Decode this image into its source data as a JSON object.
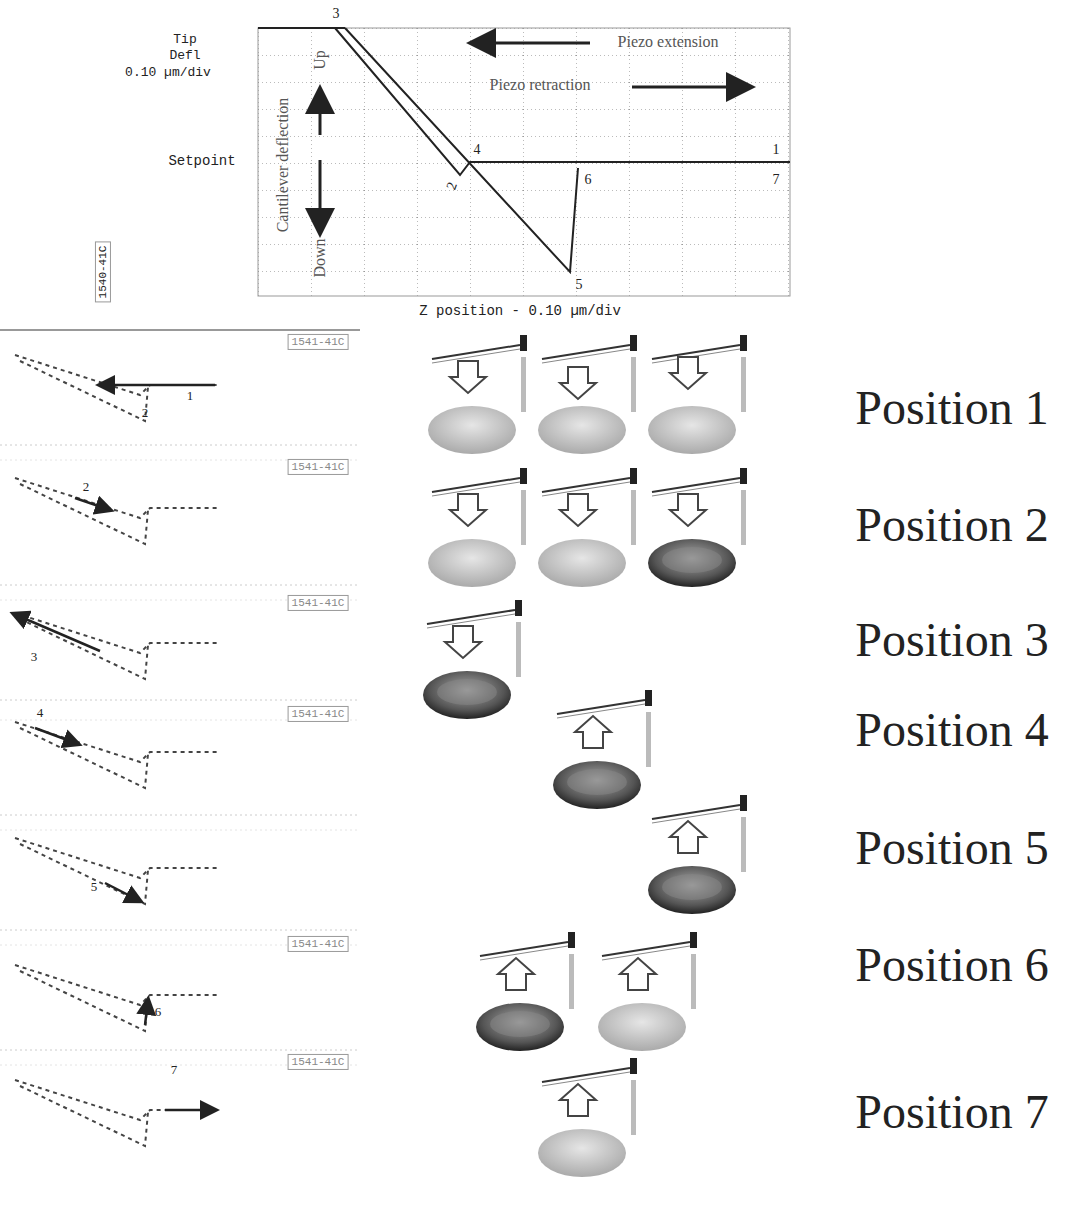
{
  "diagram": {
    "labels": [
      "Tip",
      "Defl",
      "0.10 µm/div",
      "Setpoint",
      "Cantilever deflection",
      "Up",
      "Down",
      "Piezo extension",
      "Piezo retraction",
      "3",
      "4",
      "2",
      "5",
      "6",
      "1",
      "7",
      "Z position - 0.10 µm/div",
      "1540-41C",
      "1541-41C",
      "1541-41C",
      "1541-41C",
      "1541-41C",
      "1541-41C",
      "1541-41C",
      "2",
      "1",
      "2",
      "3",
      "4",
      "5",
      "6",
      "7",
      "Position 1",
      "Position 2",
      "Position 3",
      "Position 4",
      "Position 5",
      "Position 6",
      "Position 7"
    ]
  }
}
